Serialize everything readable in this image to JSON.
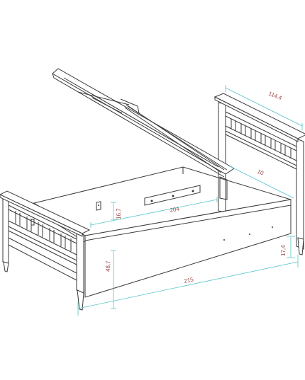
{
  "dimensions": {
    "width": "114,4",
    "slat_depth": "10",
    "inner_length": "204",
    "inner_height": "16,7",
    "side_height": "48,7",
    "total_length": "215",
    "leg_height": "17,4"
  },
  "colors": {
    "outline": "#3a3a3a",
    "dimension_line": "#54c4c8",
    "dimension_text": "#9c4a4a"
  }
}
